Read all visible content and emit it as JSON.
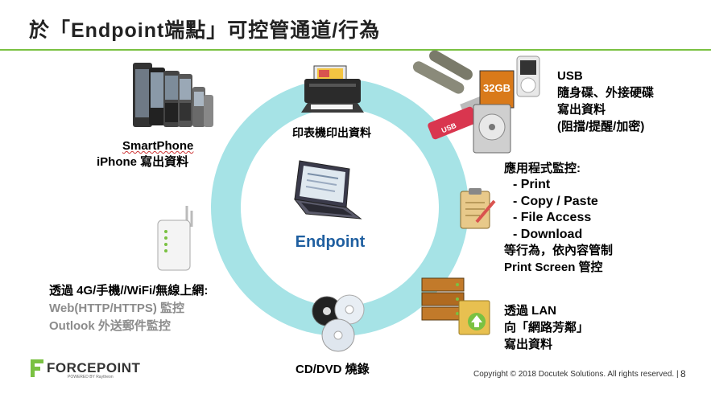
{
  "title": "於「Endpoint端點」可控管通道/行為",
  "center": {
    "label": "Endpoint"
  },
  "printer": {
    "label": "印表機印出資料"
  },
  "smartphone": {
    "line1": "SmartPhone",
    "line2": "iPhone 寫出資料"
  },
  "usb": {
    "line1": "USB",
    "line2": "隨身碟、外接硬碟",
    "line3": "寫出資料",
    "line4": "(阻擋/提醒/加密)"
  },
  "app_control": {
    "heading": "應用程式監控:",
    "items": [
      "- Print",
      "- Copy / Paste",
      "- File Access",
      "- Download"
    ],
    "line6": "等行為，依內容管制",
    "line7": "Print Screen 管控"
  },
  "wifi": {
    "line1": "透過 4G/手機//WiFi/無線上網:",
    "line2": "Web(HTTP/HTTPS) 監控",
    "line3": "Outlook 外送郵件監控"
  },
  "lan": {
    "line1": "透過 LAN",
    "line2": "向「網路芳鄰」",
    "line3": "寫出資料"
  },
  "cd": {
    "label": "CD/DVD 燒錄"
  },
  "footer": {
    "copyright": "Copyright © 2018 Docutek Solutions. All rights reserved.  |",
    "page": "8"
  },
  "logo": {
    "name": "FORCEPOINT",
    "sub": "POWERED BY Raytheon"
  },
  "colors": {
    "accent_line": "#7ac142",
    "ring": "#a6e3e6",
    "endpoint_text": "#1f5fa0"
  }
}
